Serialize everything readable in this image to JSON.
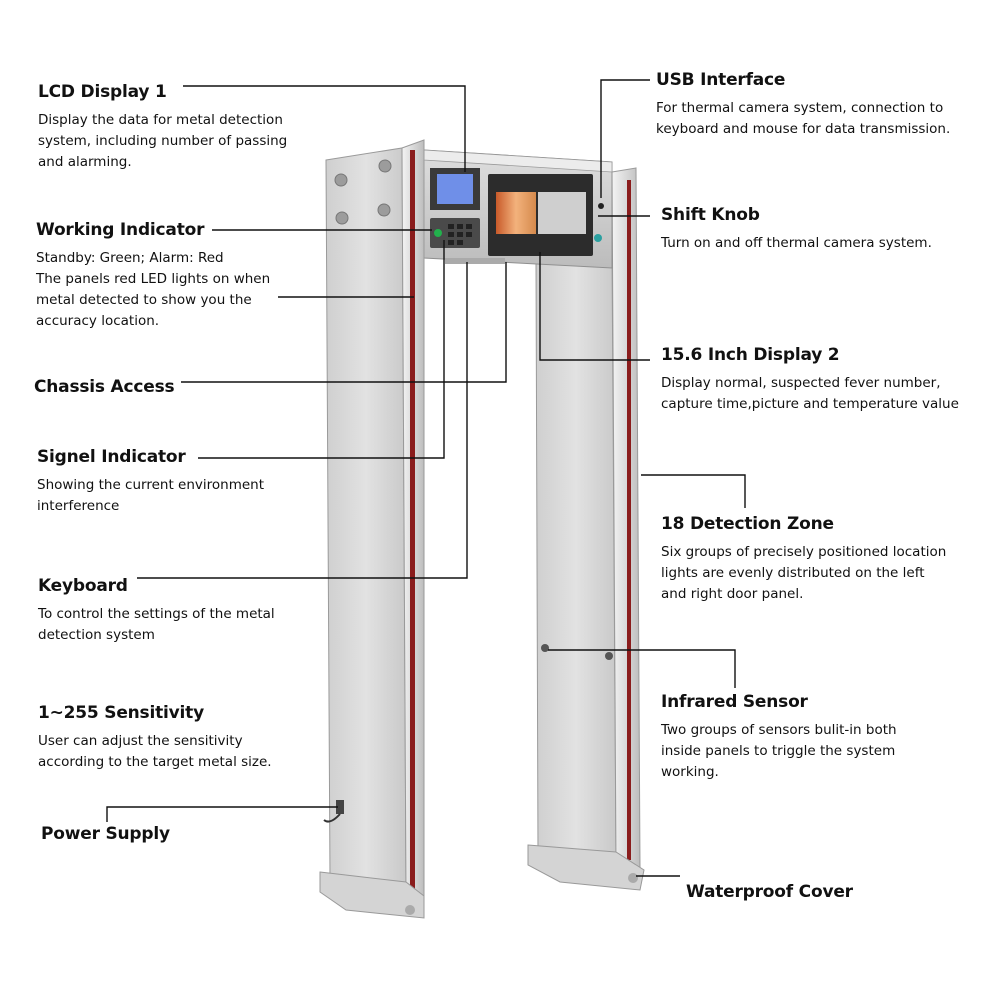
{
  "callouts": {
    "lcd_display_1": {
      "title": "LCD Display 1",
      "lines": [
        "Display the data for metal detection",
        "system, including number of passing",
        "and alarming."
      ]
    },
    "working_indicator": {
      "title": "Working Indicator",
      "lines": [
        "Standby: Green; Alarm: Red",
        "The panels red LED lights on when",
        "metal detected to show you the",
        "accuracy location."
      ]
    },
    "chassis_access": {
      "title": "Chassis Access",
      "lines": []
    },
    "signel_indicator": {
      "title": "Signel Indicator",
      "lines": [
        "Showing the current environment",
        "interference"
      ]
    },
    "keyboard": {
      "title": "Keyboard",
      "lines": [
        "To control the settings of the metal",
        "detection system"
      ]
    },
    "sensitivity": {
      "title": "1~255 Sensitivity",
      "lines": [
        "User can adjust the sensitivity",
        "according to the target metal size."
      ]
    },
    "power_supply": {
      "title": "Power Supply",
      "lines": []
    },
    "usb_interface": {
      "title": "USB Interface",
      "lines": [
        "For thermal camera system, connection to",
        "keyboard and mouse for data transmission."
      ]
    },
    "shift_knob": {
      "title": "Shift Knob",
      "lines": [
        "Turn on and off thermal camera system."
      ]
    },
    "display_2": {
      "title": "15.6 Inch Display 2",
      "lines": [
        "Display normal, suspected fever number,",
        "capture time,picture and temperature value"
      ]
    },
    "detection_zone": {
      "title": "18 Detection Zone",
      "lines": [
        "Six groups of precisely positioned location",
        "lights are evenly distributed on the left",
        "and right door panel."
      ]
    },
    "infrared_sensor": {
      "title": "Infrared Sensor",
      "lines": [
        "Two groups of sensors bulit-in both",
        "inside panels to triggle the system",
        "working."
      ]
    },
    "waterproof_cover": {
      "title": "Waterproof Cover",
      "lines": []
    }
  },
  "colors": {
    "panel": "#d9d9d9",
    "panel_shade": "#c4c4c4",
    "strip": "#8a1c1c",
    "lcd_blue": "#6f8fe8",
    "thermal": "#e07a3a",
    "led_green": "#22b14c",
    "led_red": "#d42020",
    "leader": "#111111"
  },
  "icons": [
    "walk-through-metal-detector"
  ]
}
